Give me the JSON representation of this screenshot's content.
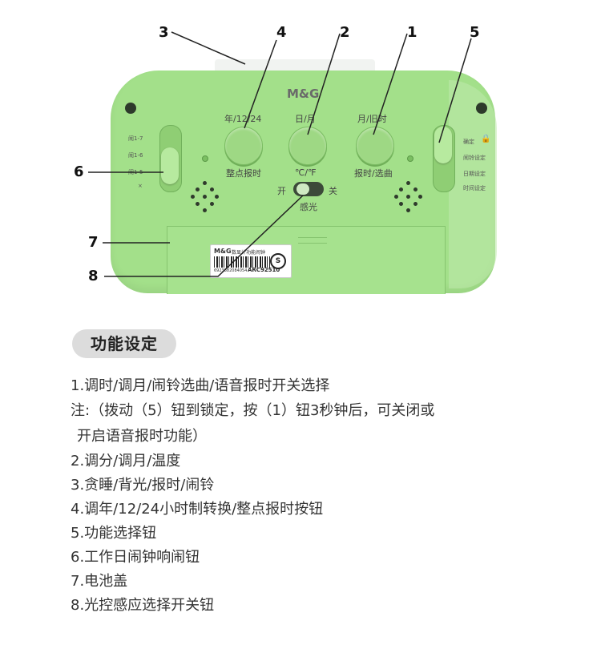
{
  "brand": "M&G",
  "callouts": [
    "1",
    "2",
    "3",
    "4",
    "5",
    "6",
    "7",
    "8"
  ],
  "buttons": {
    "btn_left_top": "年/12/24",
    "btn_left_bottom": "整点报时",
    "btn_mid_top": "日/月",
    "btn_right_top": "月/旧时",
    "btn_right_bottom": "报时/选曲"
  },
  "toggle": {
    "temp_label": "℃/℉",
    "on": "开",
    "off": "关",
    "sense": "感光"
  },
  "left_slider": [
    "闹1-7",
    "闹1-6",
    "闹1-5",
    "×"
  ],
  "right_slider": [
    "确定",
    "闹铃设定",
    "日期设定",
    "时间设定"
  ],
  "sticker": {
    "brand": "M&G",
    "name": "数显计功能闹钟",
    "code": "6923382084054",
    "model": "ARC92510",
    "seal": "S"
  },
  "section_title": "功能设定",
  "features": [
    "1.调时/调月/闹铃选曲/语音报时开关选择",
    "注:（拨动（5）钮到锁定，按（1）钮3秒钟后，可关闭或",
    "  开启语音报时功能）",
    "2.调分/调月/温度",
    "3.贪睡/背光/报时/闹铃",
    "4.调年/12/24小时制转换/整点报时按钮",
    "5.功能选择钮",
    "6.工作日闹钟响闹钮",
    "7.电池盖",
    "8.光控感应选择开关钮"
  ],
  "colors": {
    "body": "#a3e08a",
    "pill": "#dcdcdc"
  }
}
